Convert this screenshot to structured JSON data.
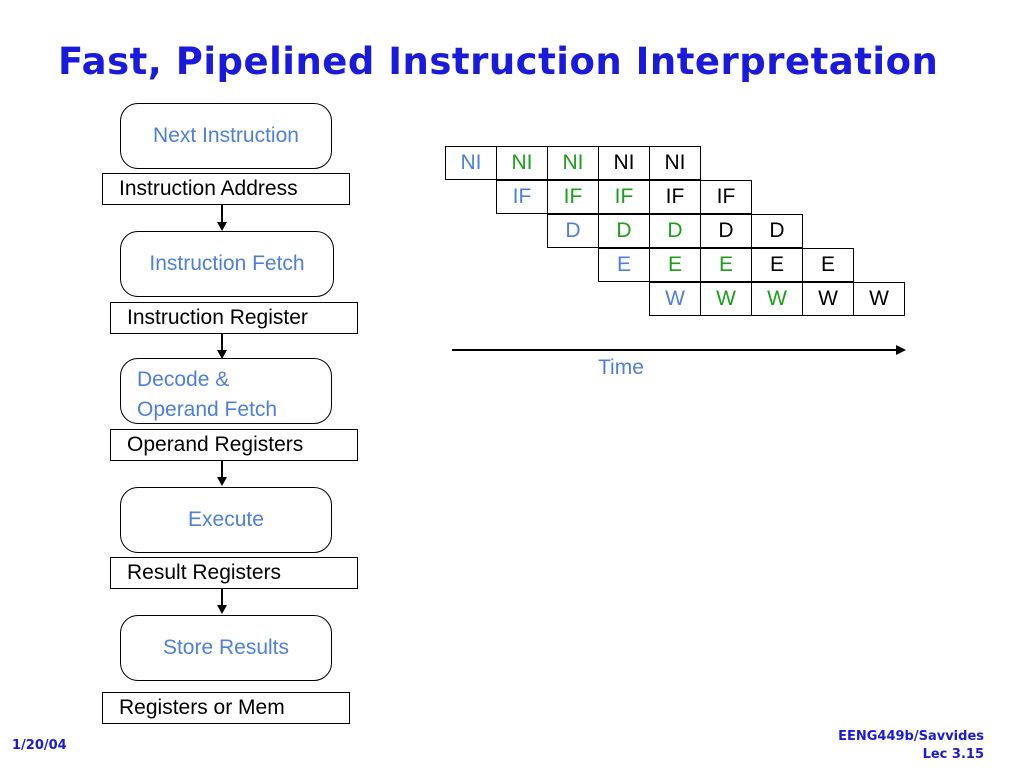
{
  "title": "Fast, Pipelined Instruction Interpretation",
  "stages": {
    "next_instruction": "Next Instruction",
    "instruction_fetch": "Instruction Fetch",
    "decode_line1": "Decode &",
    "decode_line2": "Operand Fetch",
    "execute": "Execute",
    "store_results": "Store Results"
  },
  "registers": {
    "instruction_address": "Instruction Address",
    "instruction_register": "Instruction Register",
    "operand_registers": "Operand Registers",
    "result_registers": "Result Registers",
    "registers_or_mem": "Registers or Mem"
  },
  "pipeline": {
    "colors": {
      "blue": "#4d7fe0",
      "green": "#1aa01a",
      "black": "#000000"
    },
    "rows": [
      {
        "label": "NI",
        "cells": [
          {
            "text": "NI",
            "color": "blue"
          },
          {
            "text": "NI",
            "color": "green"
          },
          {
            "text": "NI",
            "color": "green"
          },
          {
            "text": "NI",
            "color": "black"
          },
          {
            "text": "NI",
            "color": "black"
          }
        ]
      },
      {
        "label": "IF",
        "cells": [
          {
            "text": "IF",
            "color": "blue"
          },
          {
            "text": "IF",
            "color": "green"
          },
          {
            "text": "IF",
            "color": "green"
          },
          {
            "text": "IF",
            "color": "black"
          },
          {
            "text": "IF",
            "color": "black"
          }
        ]
      },
      {
        "label": "D",
        "cells": [
          {
            "text": "D",
            "color": "blue"
          },
          {
            "text": "D",
            "color": "green"
          },
          {
            "text": "D",
            "color": "green"
          },
          {
            "text": "D",
            "color": "black"
          },
          {
            "text": "D",
            "color": "black"
          }
        ]
      },
      {
        "label": "E",
        "cells": [
          {
            "text": "E",
            "color": "blue"
          },
          {
            "text": "E",
            "color": "green"
          },
          {
            "text": "E",
            "color": "green"
          },
          {
            "text": "E",
            "color": "black"
          },
          {
            "text": "E",
            "color": "black"
          }
        ]
      },
      {
        "label": "W",
        "cells": [
          {
            "text": "W",
            "color": "blue"
          },
          {
            "text": "W",
            "color": "green"
          },
          {
            "text": "W",
            "color": "green"
          },
          {
            "text": "W",
            "color": "black"
          },
          {
            "text": "W",
            "color": "black"
          }
        ]
      }
    ]
  },
  "time_label": "Time",
  "footer": {
    "date": "1/20/04",
    "course": "EENG449b/Savvides",
    "lecture": "Lec 3.15"
  }
}
